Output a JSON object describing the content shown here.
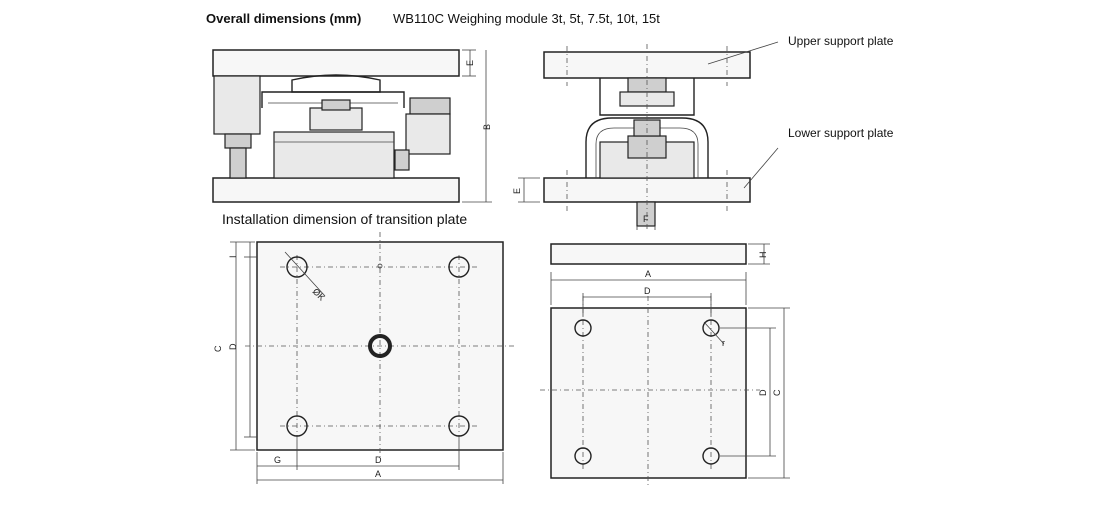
{
  "header": {
    "title": "Overall dimensions (mm)",
    "model": "WB110C Weighing module 3t, 5t, 7.5t, 10t, 15t"
  },
  "callouts": {
    "upper": "Upper support plate",
    "lower": "Lower support plate"
  },
  "section": {
    "title": "Installation dimension of transition plate"
  },
  "dims": {
    "front": {
      "top_e": "E",
      "b": "B",
      "bottom_e": "E"
    },
    "side": {
      "f": "F"
    },
    "install": {
      "i": "I",
      "c": "C",
      "d_left": "D",
      "phi_k": "ØK",
      "g": "G",
      "d_bottom": "D",
      "a_bottom": "A"
    },
    "transition": {
      "h": "H",
      "a": "A",
      "d_top": "D",
      "r": "r",
      "d_right": "D",
      "c_right": "C"
    }
  }
}
